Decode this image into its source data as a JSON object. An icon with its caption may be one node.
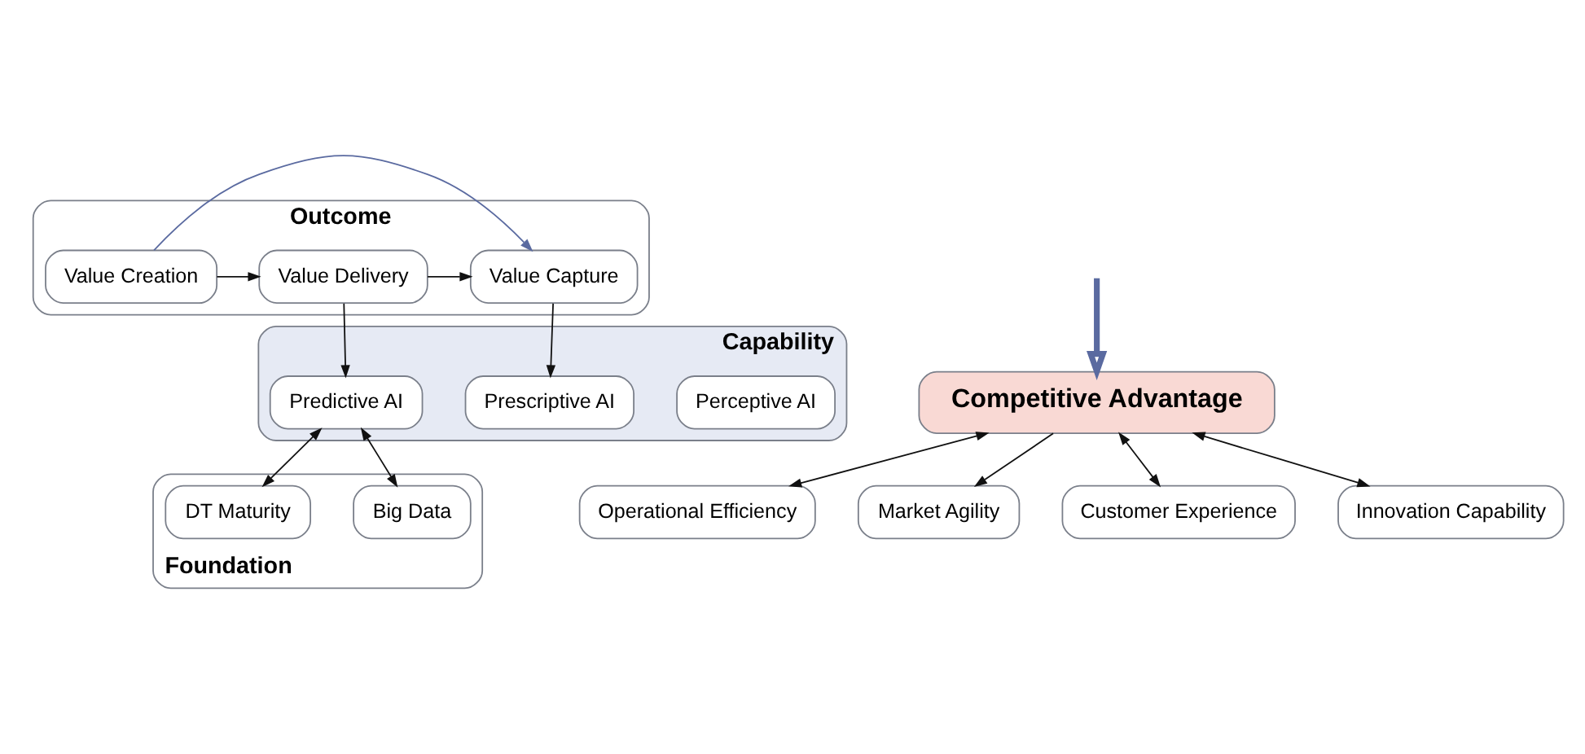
{
  "diagram": {
    "nodes": [
      {
        "text": [
          "Outcome"
        ]
      },
      {
        "text": [
          "Value Creation"
        ],
        "in": 0
      },
      {
        "text": [
          "Value Delivery"
        ],
        "in": 0
      },
      {
        "text": [
          "Value Capture"
        ],
        "in": 0
      },
      {
        "text": [
          "Capability"
        ]
      },
      {
        "text": [
          "Perceptive AI"
        ],
        "in": 4
      },
      {
        "text": [
          "Predictive AI"
        ],
        "in": 4
      },
      {
        "text": [
          "Prescriptive AI"
        ],
        "in": 4
      },
      {
        "text": [
          "Foundation"
        ]
      },
      {
        "text": [
          "Big Data"
        ],
        "in": 8
      },
      {
        "text": [
          "DT Maturity"
        ],
        "in": 8
      },
      {
        "text": [
          "Competitive Advantage"
        ]
      },
      {
        "text": [
          "Operational Efficiency"
        ]
      },
      {
        "text": [
          "Market Agility"
        ]
      },
      {
        "text": [
          "Customer Experience"
        ]
      },
      {
        "text": [
          "Innovation Capability"
        ]
      }
    ],
    "edges": [
      {
        "from": 1,
        "to": 2,
        "arrow": "to"
      },
      {
        "from": 1,
        "to": 3,
        "arrow": "to",
        "color": "#5a6aa0"
      },
      {
        "from": 2,
        "to": 3,
        "arrow": "to"
      },
      {
        "from": 2,
        "to": 6,
        "arrow": "to"
      },
      {
        "from": 3,
        "to": 7,
        "arrow": "to"
      },
      {
        "from": 6,
        "to": 9,
        "arrow": "both"
      },
      {
        "from": 6,
        "to": 10,
        "arrow": "both"
      },
      {
        "from": null,
        "to": 11,
        "arrow": "to",
        "style": "thick",
        "color": "#5a6aa0"
      },
      {
        "from": 11,
        "to": 12,
        "arrow": "both"
      },
      {
        "from": 11,
        "to": 13,
        "arrow": "to"
      },
      {
        "from": 11,
        "to": 14,
        "arrow": "both"
      },
      {
        "from": 11,
        "to": 15,
        "arrow": "both"
      }
    ]
  }
}
